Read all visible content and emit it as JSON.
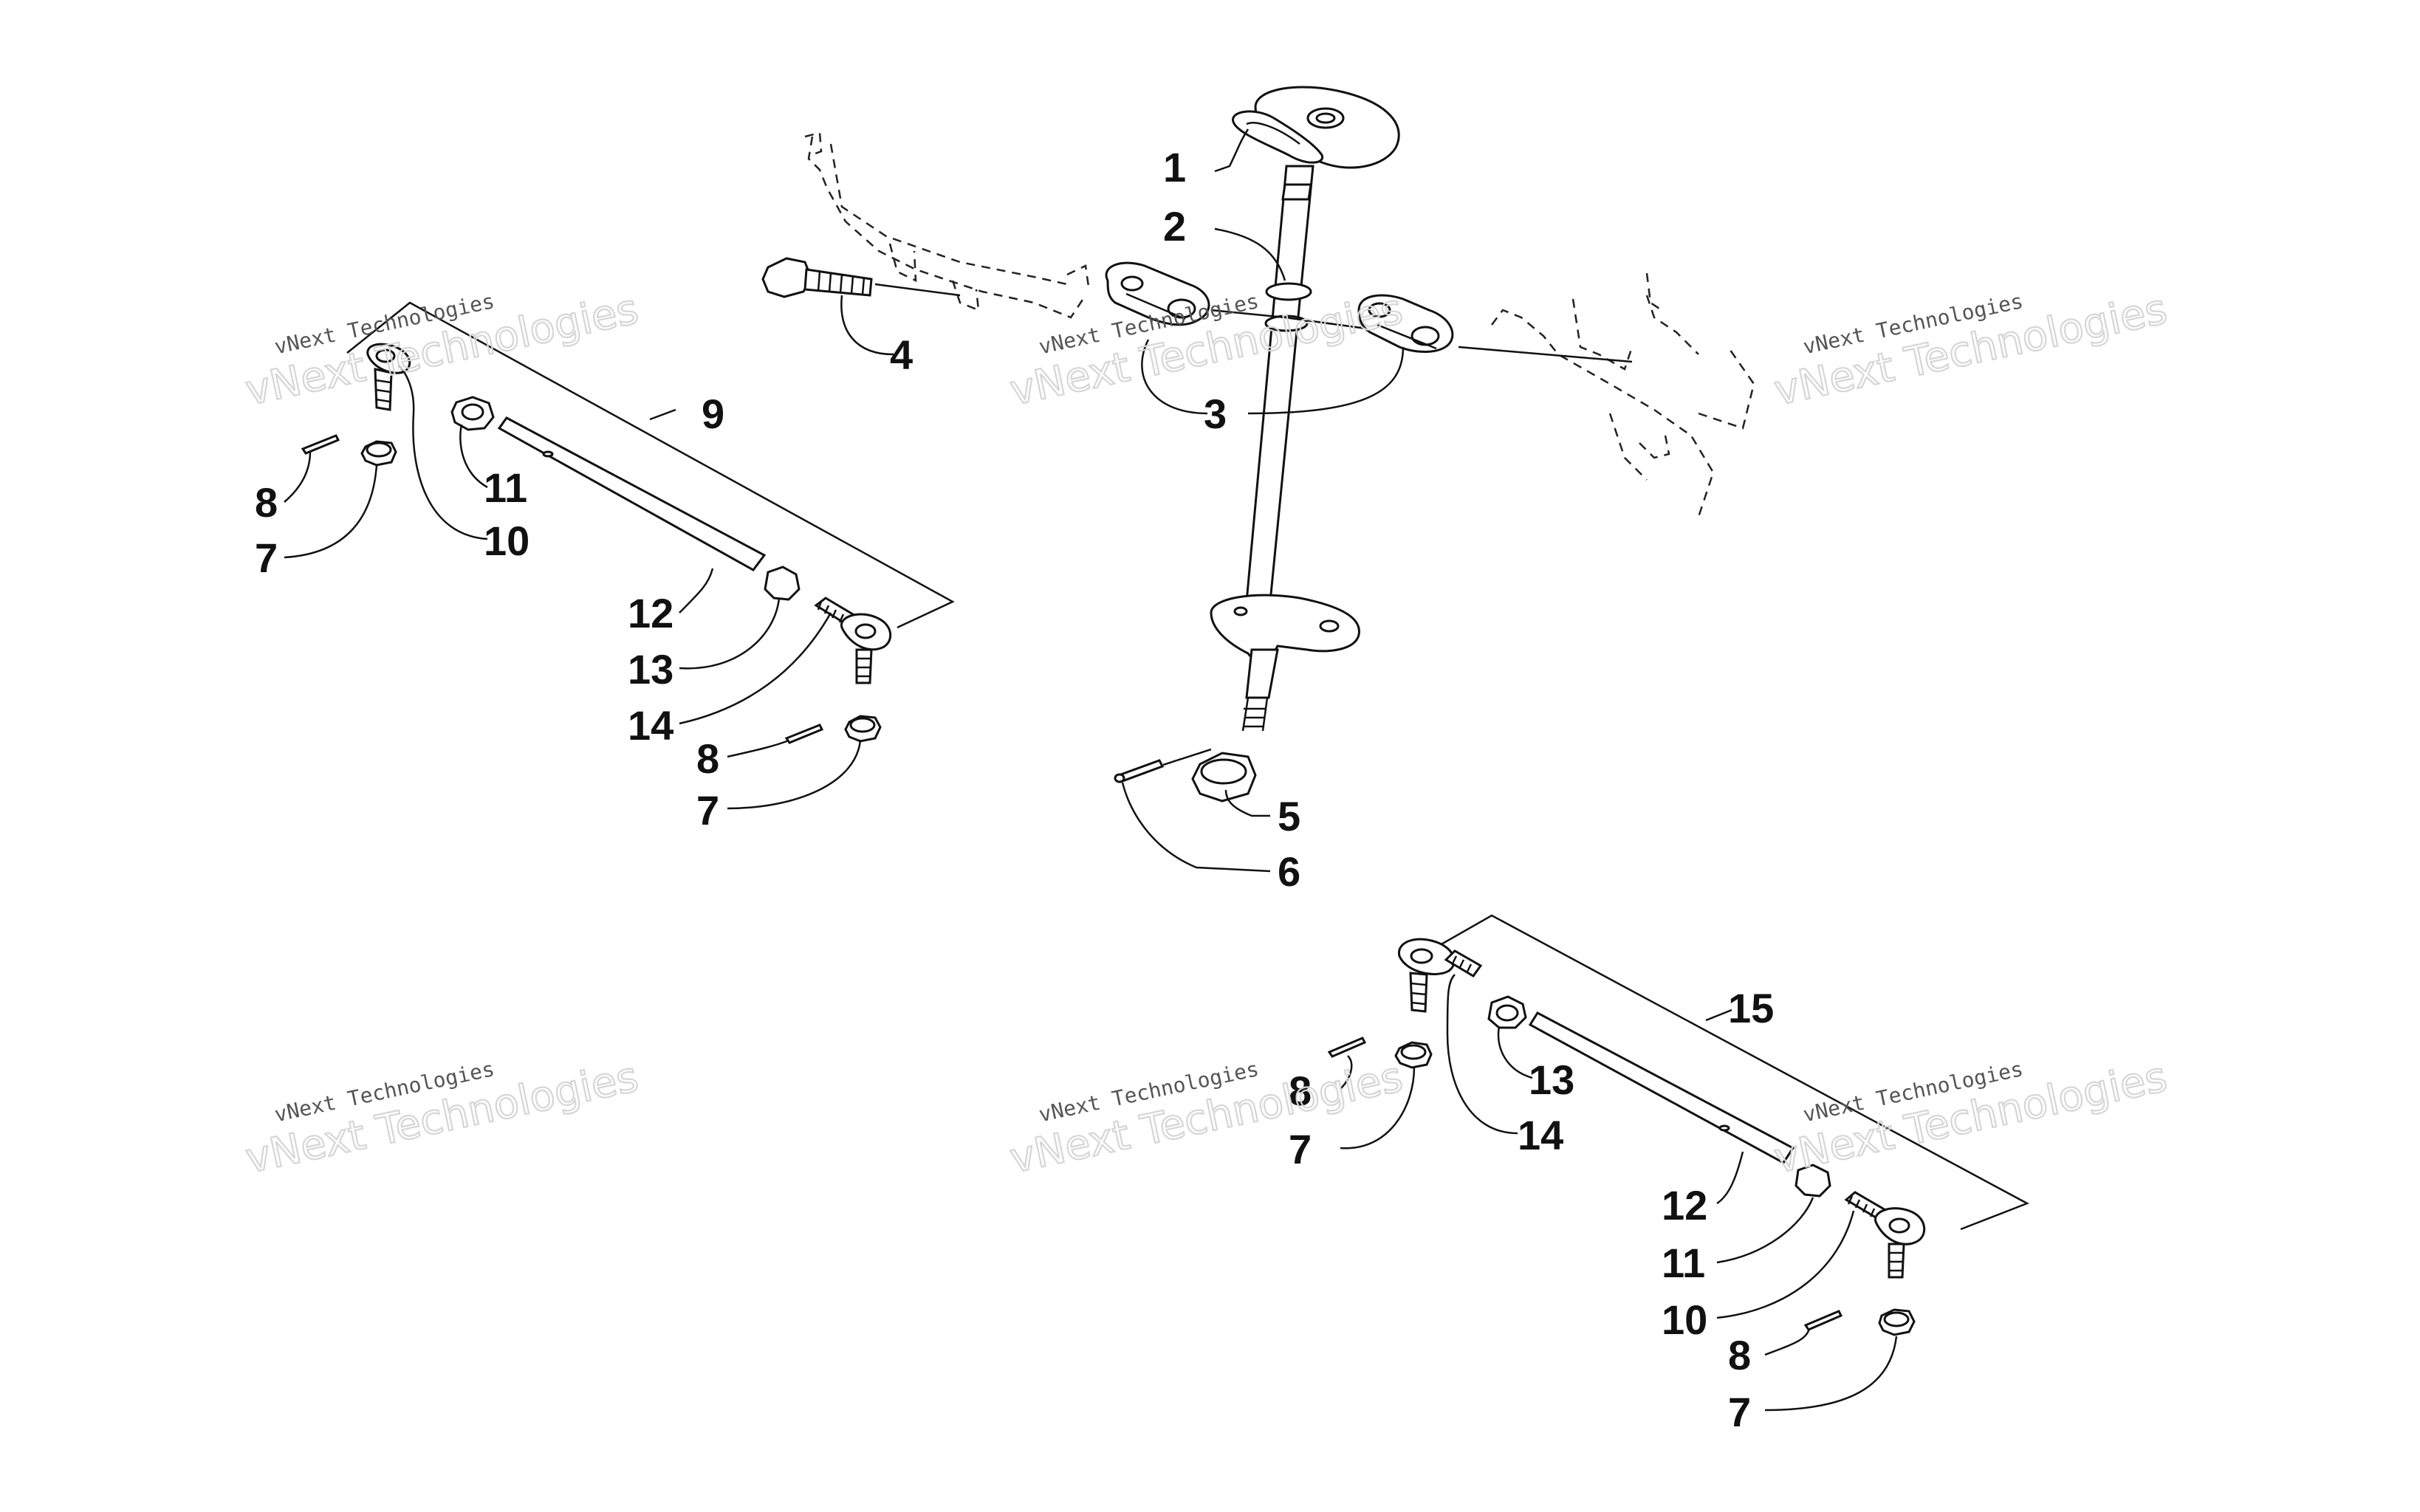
{
  "colors": {
    "line": "#111111",
    "watermark": "#cccccc",
    "background": "#ffffff"
  },
  "watermarks": [
    {
      "line1": "vNext Technologies",
      "line2": "vNext Technologies"
    },
    {
      "line1": "vNext Technologies",
      "line2": "vNext Technologies"
    },
    {
      "line1": "vNext Technologies",
      "line2": "vNext Technologies"
    },
    {
      "line1": "vNext Technologies",
      "line2": "vNext Technologies"
    },
    {
      "line1": "vNext Technologies",
      "line2": "vNext Technologies"
    },
    {
      "line1": "vNext Technologies",
      "line2": "vNext Technologies"
    }
  ],
  "callouts": {
    "steering_column": {
      "c1": "1",
      "c2": "2",
      "c3": "3",
      "c4": "4",
      "c5": "5",
      "c6": "6"
    },
    "tie_rod_left": {
      "assembly": "9",
      "c8a": "8",
      "c7a": "7",
      "c11": "11",
      "c10": "10",
      "c12": "12",
      "c13": "13",
      "c14": "14",
      "c8b": "8",
      "c7b": "7"
    },
    "tie_rod_right": {
      "assembly": "15",
      "c8a": "8",
      "c7a": "7",
      "c13": "13",
      "c14": "14",
      "c12": "12",
      "c11": "11",
      "c10": "10",
      "c8b": "8",
      "c7b": "7"
    }
  }
}
